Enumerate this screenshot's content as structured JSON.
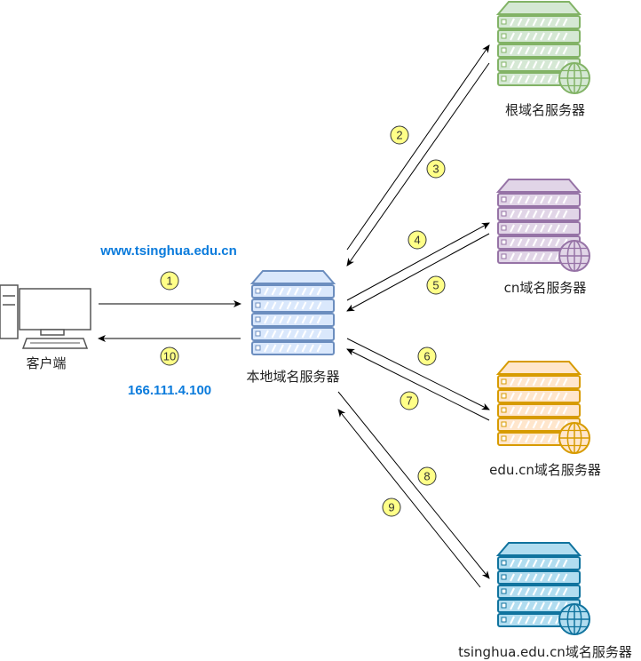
{
  "client": {
    "label": "客户端"
  },
  "local_server": {
    "label": "本地域名服务器"
  },
  "root_server": {
    "label": "根域名服务器",
    "color": "#82b366",
    "fill": "#d5e8d4"
  },
  "cn_server": {
    "label": "cn域名服务器",
    "color": "#9673a6",
    "fill": "#e1d5e7"
  },
  "educn_server": {
    "label": "edu.cn域名服务器",
    "color": "#d79b00",
    "fill": "#ffe6cc"
  },
  "tsinghua_server": {
    "label": "tsinghua.edu.cn域名服务器",
    "color": "#10739e",
    "fill": "#b1ddf0"
  },
  "local_style": {
    "color": "#6c8ebf",
    "fill": "#dae8fc"
  },
  "query_domain": "www.tsinghua.edu.cn",
  "answer_ip": "166.111.4.100",
  "accent_color": "#0a7bdc",
  "step_badge_color": "#ffff88",
  "steps": [
    "1",
    "2",
    "3",
    "4",
    "5",
    "6",
    "7",
    "8",
    "9",
    "10"
  ]
}
